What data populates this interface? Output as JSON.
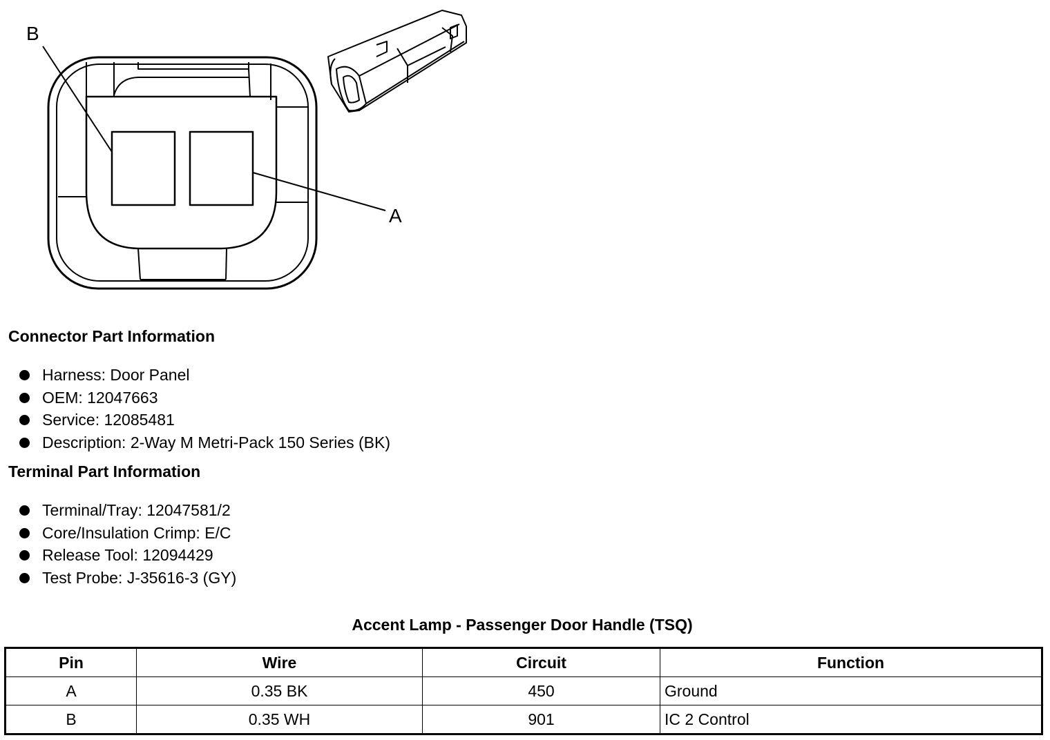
{
  "diagram": {
    "callouts": [
      "B",
      "A"
    ]
  },
  "connector_info": {
    "heading": "Connector Part Information",
    "items": [
      "Harness: Door Panel",
      "OEM: 12047663",
      "Service: 12085481",
      "Description: 2-Way M Metri-Pack 150 Series (BK)"
    ]
  },
  "terminal_info": {
    "heading": "Terminal Part Information",
    "items": [
      "Terminal/Tray: 12047581/2",
      "Core/Insulation Crimp: E/C",
      "Release Tool: 12094429",
      "Test Probe: J-35616-3 (GY)"
    ]
  },
  "table": {
    "caption": "Accent Lamp - Passenger Door Handle (TSQ)",
    "headers": [
      "Pin",
      "Wire",
      "Circuit",
      "Function"
    ],
    "rows": [
      [
        "A",
        "0.35 BK",
        "450",
        "Ground"
      ],
      [
        "B",
        "0.35 WH",
        "901",
        "IC 2 Control"
      ]
    ]
  }
}
